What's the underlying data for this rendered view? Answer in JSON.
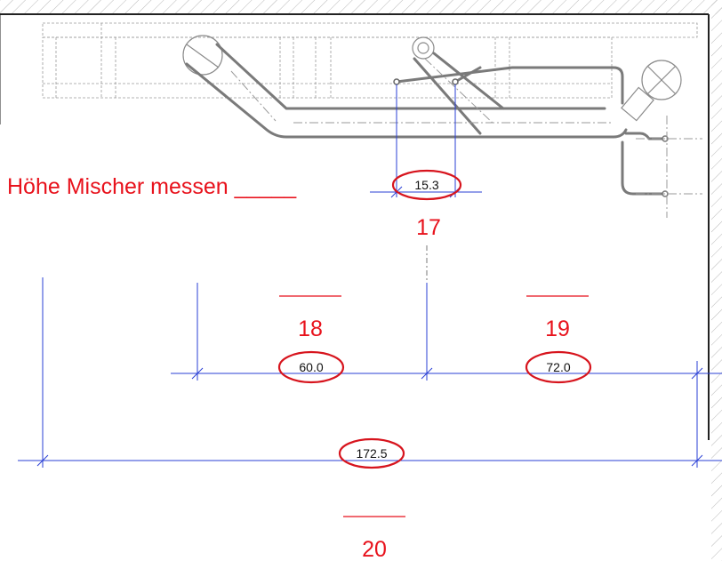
{
  "annotation": {
    "text": "Höhe Mischer messen _____"
  },
  "measurements": [
    {
      "id": "m15",
      "value": "15.3"
    },
    {
      "id": "m60",
      "value": "60.0"
    },
    {
      "id": "m72",
      "value": "72.0"
    },
    {
      "id": "m172",
      "value": "172.5"
    }
  ],
  "markers": [
    {
      "id": "17",
      "label": "17"
    },
    {
      "id": "18",
      "label": "18"
    },
    {
      "id": "19",
      "label": "19"
    },
    {
      "id": "20",
      "label": "20"
    }
  ],
  "colors": {
    "dimension": "#2a3fd6",
    "highlight": "#d7141d",
    "pipe": "#7a7a7a"
  }
}
